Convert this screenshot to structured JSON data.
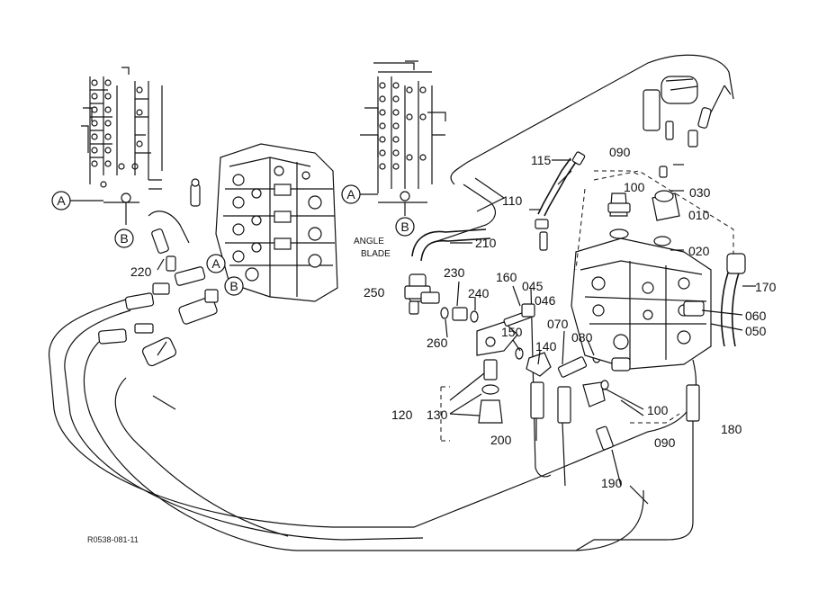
{
  "drawing_code": "R0538-081-11",
  "connectors": {
    "a": "A",
    "b": "B"
  },
  "angle_blade": {
    "line1": "ANGLE",
    "line2": "BLADE"
  },
  "parts": {
    "p010": "010",
    "p020": "020",
    "p030": "030",
    "p045": "045",
    "p046": "046",
    "p050": "050",
    "p060": "060",
    "p070": "070",
    "p080": "080",
    "p090_top": "090",
    "p090_bottom": "090",
    "p100_top": "100",
    "p100_bottom": "100",
    "p110": "110",
    "p115": "115",
    "p120": "120",
    "p130": "130",
    "p140": "140",
    "p150": "150",
    "p160": "160",
    "p170": "170",
    "p180": "180",
    "p190": "190",
    "p200": "200",
    "p210": "210",
    "p220": "220",
    "p230": "230",
    "p240": "240",
    "p250": "250",
    "p260": "260"
  }
}
